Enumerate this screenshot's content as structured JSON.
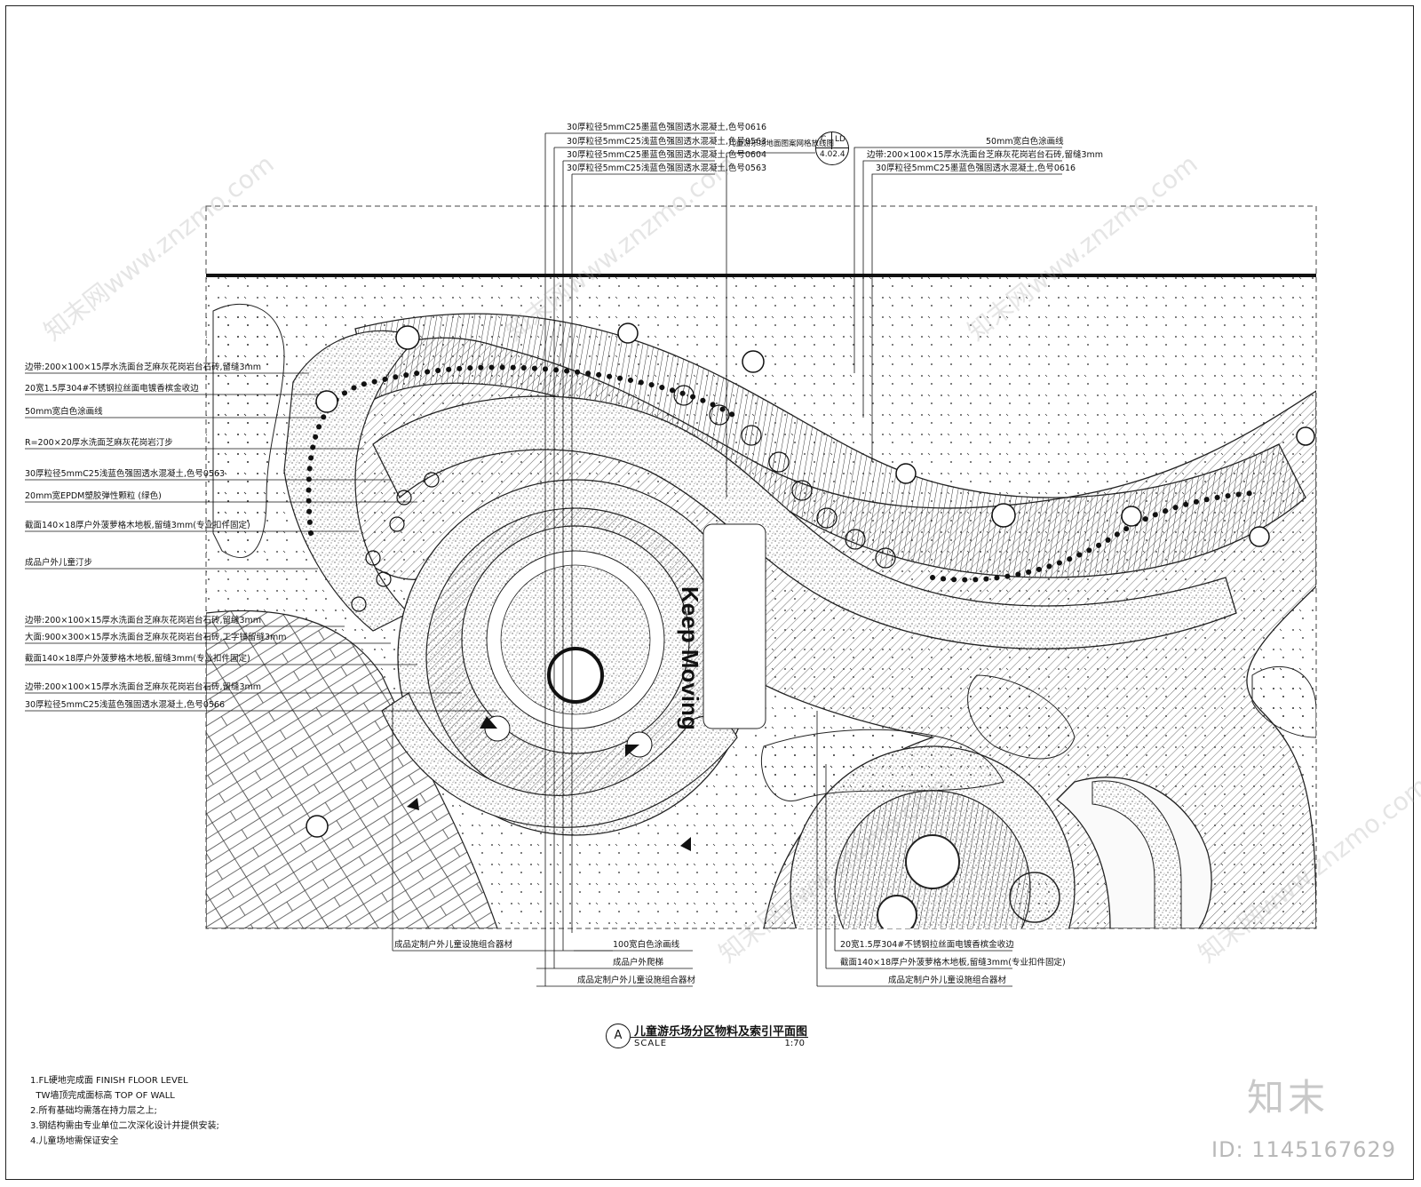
{
  "drawing": {
    "title": "儿童游乐场分区物料及索引平面图",
    "title_index": "A",
    "scale_label": "SCALE",
    "scale_value": "1:70",
    "index_callout": {
      "top_left": "C",
      "top_right": "LD",
      "bottom": "4.02.4"
    },
    "feature_text": "Keep Moving"
  },
  "top_labels": [
    "30厚粒径5mmC25墨蓝色强固透水混凝土,色号0616",
    "30厚粒径5mmC25浅蓝色强固透水混凝土,色号0563",
    "30厚粒径5mmC25墨蓝色强固透水混凝土,色号0604",
    "30厚粒径5mmC25浅蓝色强固透水混凝土,色号0563"
  ],
  "top_center_label": "儿童游乐场地面图案网格放线图",
  "top_right_labels": [
    "50mm宽白色涂画线",
    "边带:200×100×15厚水洗面台芝麻灰花岗岩台石砖,留缝3mm",
    "30厚粒径5mmC25墨蓝色强固透水混凝土,色号0616"
  ],
  "left_labels": [
    "边带:200×100×15厚水洗面台芝麻灰花岗岩台石砖,留缝3mm",
    "20宽1.5厚304#不锈钢拉丝面电镀香槟金收边",
    "50mm宽白色涂画线",
    "R=200×20厚水洗面芝麻灰花岗岩汀步",
    "30厚粒径5mmC25浅蓝色强固透水混凝土,色号0563",
    "20mm宽EPDM塑胶弹性颗粒 (绿色)",
    "截面140×18厚户外菠萝格木地板,留缝3mm(专业扣件固定)",
    "成品户外儿童汀步",
    "边带:200×100×15厚水洗面台芝麻灰花岗岩台石砖,留缝3mm",
    "大面:900×300×15厚水洗面台芝麻灰花岗岩台石砖,工字铺留缝3mm",
    "截面140×18厚户外菠萝格木地板,留缝3mm(专业扣件固定)",
    "边带:200×100×15厚水洗面台芝麻灰花岗岩台石砖,留缝3mm",
    "30厚粒径5mmC25浅蓝色强固透水混凝土,色号0566"
  ],
  "bottom_labels": [
    "成品定制户外儿童设施组合器材",
    "100宽白色涂画线",
    "成品户外爬梯",
    "成品定制户外儿童设施组合器材"
  ],
  "bottom_right_labels": [
    "20宽1.5厚304#不锈钢拉丝面电镀香槟金收边",
    "截面140×18厚户外菠萝格木地板,留缝3mm(专业扣件固定)",
    "成品定制户外儿童设施组合器材"
  ],
  "notes": [
    "1.FL硬地完成面 FINISH FLOOR LEVEL",
    "  TW墙顶完成面标高 TOP OF WALL",
    "2.所有基础均需落在持力层之上;",
    "3.钢结构需由专业单位二次深化设计并提供安装;",
    "4.儿童场地需保证安全"
  ],
  "watermark": {
    "logo": "知末",
    "id": "ID: 1145167629",
    "site": "知末网www.znzmo.com"
  }
}
